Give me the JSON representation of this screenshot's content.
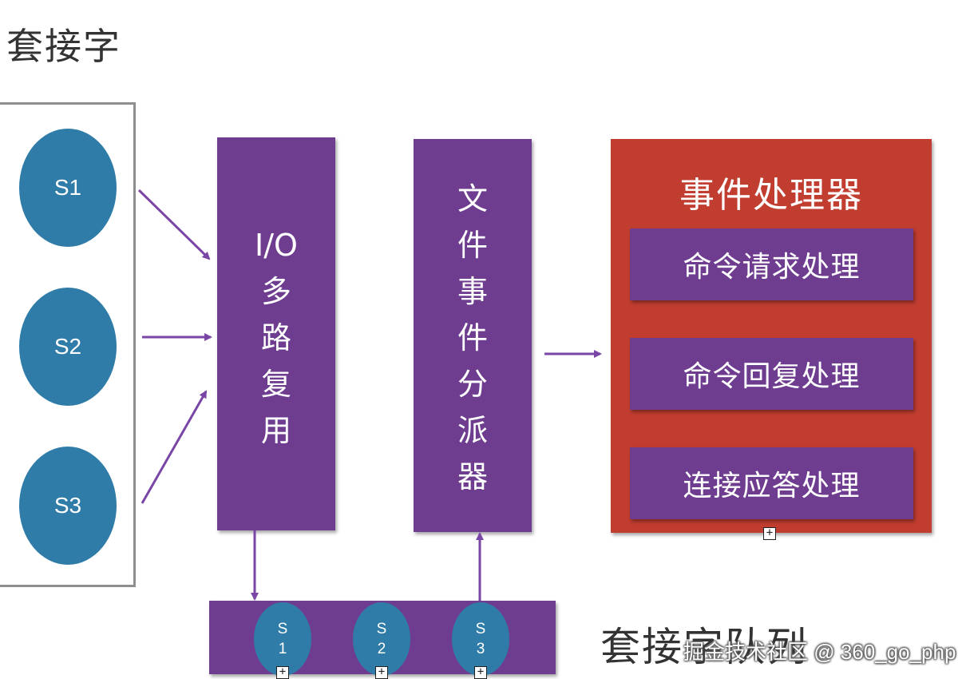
{
  "title": "套接字",
  "sockets": [
    {
      "label": "S1"
    },
    {
      "label": "S2"
    },
    {
      "label": "S3"
    }
  ],
  "io_multiplexer": {
    "label": "I/O\n多\n路\n复\n用"
  },
  "file_event_dispatcher": {
    "label": "文\n件\n事\n件\n分\n派\n器"
  },
  "event_handler": {
    "title": "事件处理器",
    "items": [
      {
        "label": "命令请求处理"
      },
      {
        "label": "命令回复处理"
      },
      {
        "label": "连接应答处理"
      }
    ]
  },
  "socket_queue": {
    "label": "套接字队列",
    "items": [
      {
        "label": "S\n1"
      },
      {
        "label": "S\n2"
      },
      {
        "label": "S\n3"
      }
    ]
  },
  "watermark": "掘金技术社区 @ 360_go_php",
  "expand_marker": "+",
  "colors": {
    "socket_blue": "#2f7ca8",
    "purple": "#6e3d8f",
    "handler_red": "#c13d2f",
    "border_gray": "#8e8e8e",
    "arrow_purple": "#7a46a6"
  },
  "icons": {
    "arrow": "arrow-icon",
    "expand": "plus-box-icon"
  }
}
